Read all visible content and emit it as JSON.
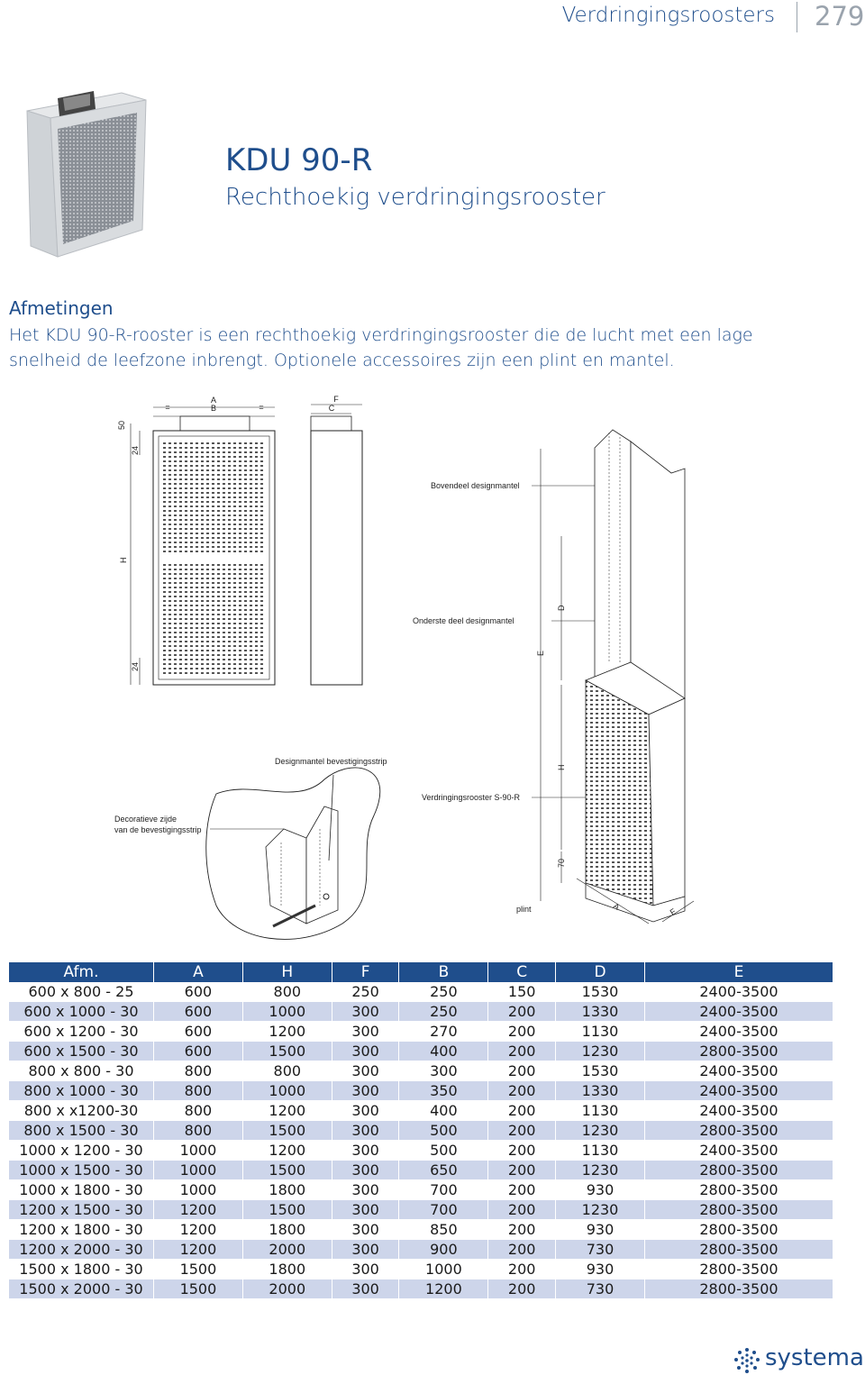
{
  "header": {
    "section": "Verdringingsroosters",
    "page_number": "279"
  },
  "product": {
    "title": "KDU 90-R",
    "subtitle": "Rechthoekig verdringingsrooster"
  },
  "dimensions": {
    "heading": "Afmetingen",
    "intro": "Het KDU 90-R-rooster is een rechthoekig verdringingsrooster die de lucht met een lage snelheid de leefzone inbrengt. Optionele accessoires zijn een plint en mantel."
  },
  "drawing": {
    "dims": {
      "a": "A",
      "b": "B",
      "eq1": "=",
      "eq2": "=",
      "f": "F",
      "c": "C",
      "d50": "50",
      "d24a": "24",
      "h": "H",
      "d24b": "24"
    },
    "labels": {
      "bovendeel": "Bovendeel designmantel",
      "onderste": "Onderste deel designmantel",
      "d": "D",
      "e": "E",
      "h2": "H",
      "strip": "Designmantel bevestigingsstrip",
      "rooster": "Verdringingsrooster S-90-R",
      "decor1": "Decoratieve zijde",
      "decor2": "van de bevestigingsstrip",
      "d70": "70",
      "plint": "plint",
      "a2": "A",
      "f2": "F"
    }
  },
  "table": {
    "headers": [
      "Afm.",
      "A",
      "H",
      "F",
      "B",
      "C",
      "D",
      "E"
    ],
    "rows": [
      [
        "600 x 800 - 25",
        "600",
        "800",
        "250",
        "250",
        "150",
        "1530",
        "2400-3500"
      ],
      [
        "600 x 1000 - 30",
        "600",
        "1000",
        "300",
        "250",
        "200",
        "1330",
        "2400-3500"
      ],
      [
        "600 x 1200 - 30",
        "600",
        "1200",
        "300",
        "270",
        "200",
        "1130",
        "2400-3500"
      ],
      [
        "600 x 1500 - 30",
        "600",
        "1500",
        "300",
        "400",
        "200",
        "1230",
        "2800-3500"
      ],
      [
        "800 x 800 - 30",
        "800",
        "800",
        "300",
        "300",
        "200",
        "1530",
        "2400-3500"
      ],
      [
        "800 x 1000 - 30",
        "800",
        "1000",
        "300",
        "350",
        "200",
        "1330",
        "2400-3500"
      ],
      [
        "800 x x1200-30",
        "800",
        "1200",
        "300",
        "400",
        "200",
        "1130",
        "2400-3500"
      ],
      [
        "800 x 1500 - 30",
        "800",
        "1500",
        "300",
        "500",
        "200",
        "1230",
        "2800-3500"
      ],
      [
        "1000 x 1200 - 30",
        "1000",
        "1200",
        "300",
        "500",
        "200",
        "1130",
        "2400-3500"
      ],
      [
        "1000 x 1500 - 30",
        "1000",
        "1500",
        "300",
        "650",
        "200",
        "1230",
        "2800-3500"
      ],
      [
        "1000 x 1800 - 30",
        "1000",
        "1800",
        "300",
        "700",
        "200",
        "930",
        "2800-3500"
      ],
      [
        "1200 x 1500 - 30",
        "1200",
        "1500",
        "300",
        "700",
        "200",
        "1230",
        "2800-3500"
      ],
      [
        "1200 x 1800 - 30",
        "1200",
        "1800",
        "300",
        "850",
        "200",
        "930",
        "2800-3500"
      ],
      [
        "1200 x 2000 - 30",
        "1200",
        "2000",
        "300",
        "900",
        "200",
        "730",
        "2800-3500"
      ],
      [
        "1500 x 1800 - 30",
        "1500",
        "1800",
        "300",
        "1000",
        "200",
        "930",
        "2800-3500"
      ],
      [
        "1500 x 2000 - 30",
        "1500",
        "2000",
        "300",
        "1200",
        "200",
        "730",
        "2800-3500"
      ]
    ]
  },
  "brand": {
    "name": "systemair",
    "color": "#1f4e8c"
  }
}
